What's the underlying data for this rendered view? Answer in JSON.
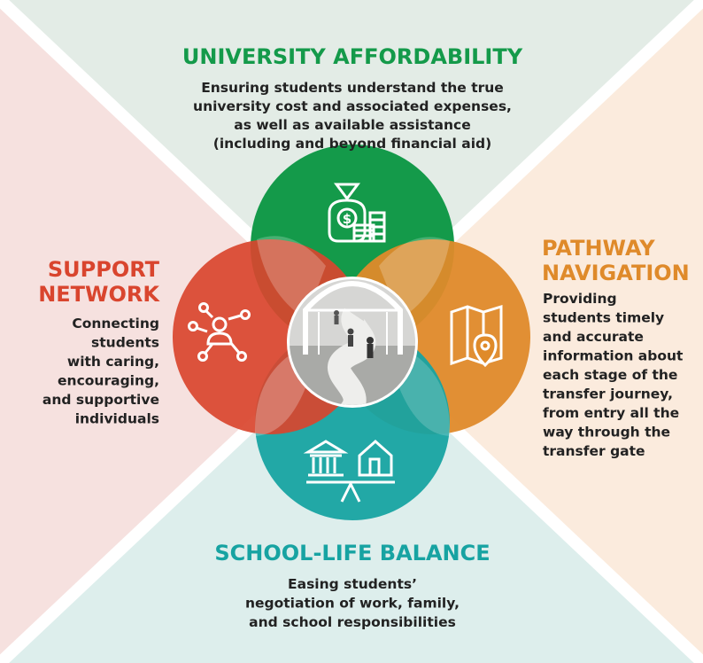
{
  "colors": {
    "affordability": "#149a4a",
    "navigation": "#df8a2a",
    "support": "#d9452e",
    "balance": "#17a3a2",
    "quad_top": "#e3ece6",
    "quad_right": "#fbebdd",
    "quad_bottom": "#ddeeec",
    "quad_left": "#f6e1df",
    "center": "#ffffff"
  },
  "affordability": {
    "title": "UNIVERSITY AFFORDABILITY",
    "lines": [
      "Ensuring students understand the true",
      "university cost and associated expenses,",
      "as well as available assistance",
      "(including and beyond financial aid)"
    ],
    "icon": "money-bag-icon"
  },
  "navigation": {
    "title_lines": [
      "PATHWAY",
      "NAVIGATION"
    ],
    "lines": [
      "Providing",
      "students timely",
      "and accurate",
      "information about",
      "each stage of the",
      "transfer journey,",
      "from entry all the",
      "way through the",
      "transfer gate"
    ],
    "icon": "map-pin-icon"
  },
  "support": {
    "title_lines": [
      "SUPPORT",
      "NETWORK"
    ],
    "lines": [
      "Connecting",
      "students",
      "with caring,",
      "encouraging,",
      "and supportive",
      "individuals"
    ],
    "icon": "network-person-icon"
  },
  "balance": {
    "title": "SCHOOL-LIFE BALANCE",
    "lines": [
      "Easing students’",
      "negotiation of work, family,",
      "and school responsibilities"
    ],
    "icon": "school-home-balance-icon"
  },
  "center": {
    "icon": "transfer-gate-icon"
  }
}
